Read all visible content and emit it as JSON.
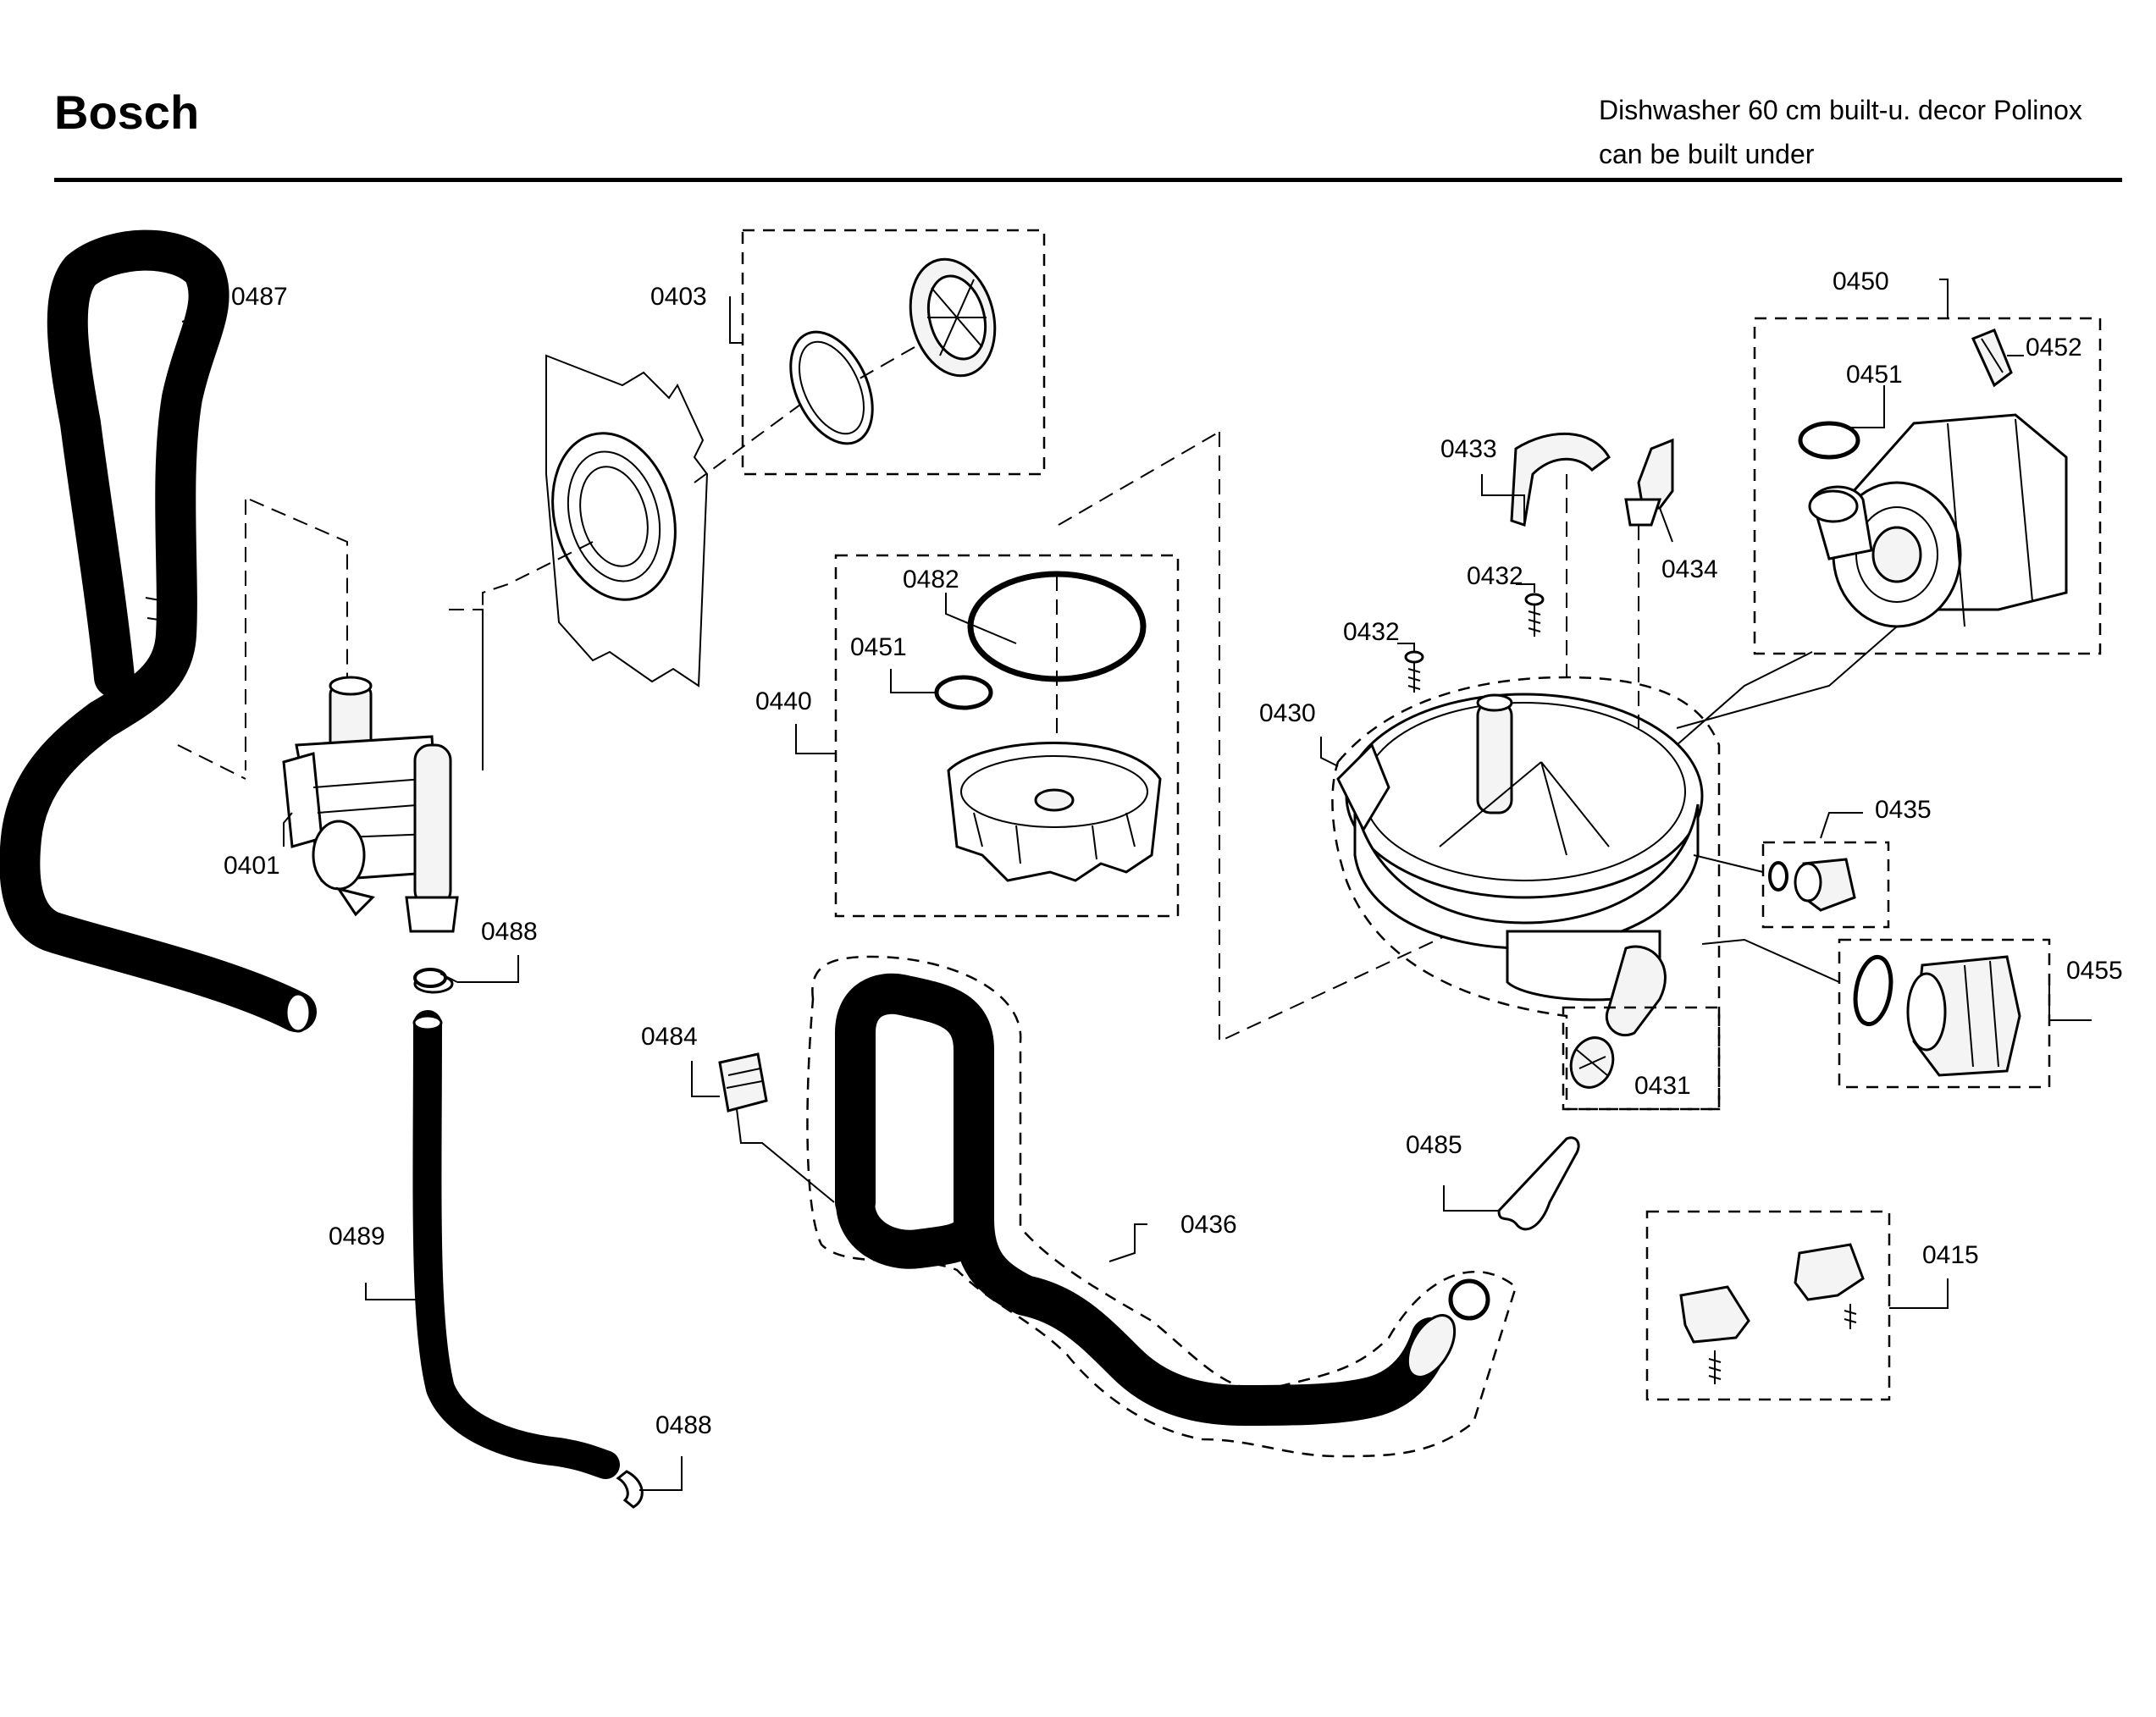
{
  "header": {
    "brand": "Bosch",
    "model_line1": "Dishwasher 60 cm built-u. decor Polinox",
    "model_line2": "can be built under"
  },
  "parts": [
    {
      "id": "p0487",
      "label": "0487",
      "name": "drain-hose"
    },
    {
      "id": "p0403",
      "label": "0403",
      "name": "membrane-cover-and-seal"
    },
    {
      "id": "p0401",
      "label": "0401",
      "name": "drain-valve-assembly"
    },
    {
      "id": "p0488a",
      "label": "0488",
      "name": "hose-clamp-upper"
    },
    {
      "id": "p0489",
      "label": "0489",
      "name": "connecting-hose"
    },
    {
      "id": "p0488b",
      "label": "0488",
      "name": "hose-clamp-lower"
    },
    {
      "id": "p0482",
      "label": "0482",
      "name": "o-ring-seal"
    },
    {
      "id": "p0451a",
      "label": "0451",
      "name": "hose-clamp-middle"
    },
    {
      "id": "p0440",
      "label": "0440",
      "name": "pump-pot-lower"
    },
    {
      "id": "p0484",
      "label": "0484",
      "name": "retaining-clip"
    },
    {
      "id": "p0436",
      "label": "0436",
      "name": "circulation-hose"
    },
    {
      "id": "p0485",
      "label": "0485",
      "name": "hose-holder"
    },
    {
      "id": "p0433",
      "label": "0433",
      "name": "bracket-arc"
    },
    {
      "id": "p0432a",
      "label": "0432",
      "name": "screw-right"
    },
    {
      "id": "p0434",
      "label": "0434",
      "name": "sensor-bracket"
    },
    {
      "id": "p0432b",
      "label": "0432",
      "name": "screw-left"
    },
    {
      "id": "p0430",
      "label": "0430",
      "name": "pump-sump"
    },
    {
      "id": "p0431",
      "label": "0431",
      "name": "non-return-valve"
    },
    {
      "id": "p0450",
      "label": "0450",
      "name": "heat-pump"
    },
    {
      "id": "p0452",
      "label": "0452",
      "name": "pump-clip"
    },
    {
      "id": "p0451b",
      "label": "0451",
      "name": "hose-clamp-pump"
    },
    {
      "id": "p0435",
      "label": "0435",
      "name": "sensor-with-seal"
    },
    {
      "id": "p0455",
      "label": "0455",
      "name": "drain-pump"
    },
    {
      "id": "p0415",
      "label": "0415",
      "name": "fixing-clips-kit"
    }
  ]
}
